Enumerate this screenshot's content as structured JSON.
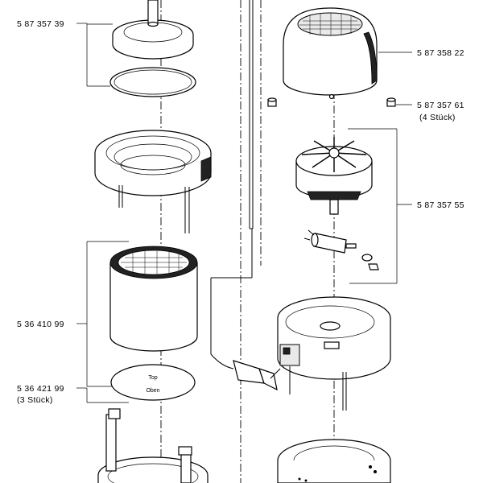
{
  "callouts": {
    "left": [
      {
        "number": "5 87 357 39",
        "qty": ""
      },
      {
        "number": "5 36 410 99",
        "qty": ""
      },
      {
        "number": "5 36 421 99",
        "qty": "(3  Stück)"
      }
    ],
    "right": [
      {
        "number": "5 87 358 22",
        "qty": ""
      },
      {
        "number": "5 87 357 61",
        "qty": "(4  Stück)"
      },
      {
        "number": "5 87 357 55",
        "qty": ""
      }
    ]
  },
  "filter_label": {
    "line1": "Top",
    "line2": "Oben"
  }
}
